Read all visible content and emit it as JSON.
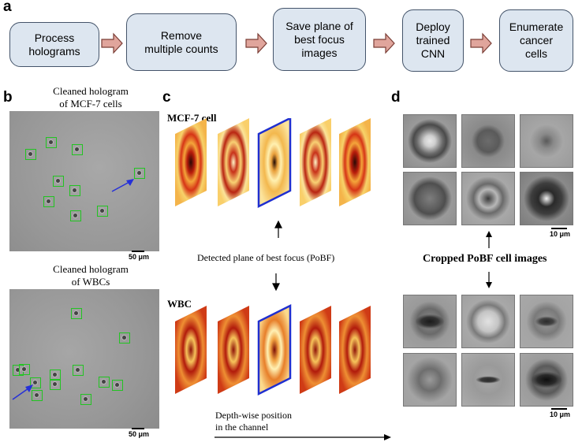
{
  "panel_a": {
    "letter": "a",
    "steps": [
      "Process\nholograms",
      "Remove\nmultiple counts",
      "Save plane of\nbest focus\nimages",
      "Deploy\ntrained\nCNN",
      "Enumerate\ncancer\ncells"
    ],
    "arrow_color": "#e0a59c"
  },
  "panel_b": {
    "letter": "b",
    "top_caption": "Cleaned hologram\nof MCF-7 cells",
    "bottom_caption": "Cleaned hologram\nof WBCs",
    "scale_top": "50 μm",
    "scale_bottom": "50 μm",
    "box_color": "#22c422"
  },
  "panel_c": {
    "letter": "c",
    "mcf_label": "MCF-7 cell",
    "wbc_label": "WBC",
    "detected_text": "Detected plane of best focus (PoBF)",
    "depth_text": "Depth-wise position\nin the channel",
    "focus_frame_color": "#1f2fd0"
  },
  "panel_d": {
    "letter": "d",
    "cropped_text": "Cropped PoBF cell images",
    "scale_top": "10 μm",
    "scale_bottom": "10 μm"
  }
}
